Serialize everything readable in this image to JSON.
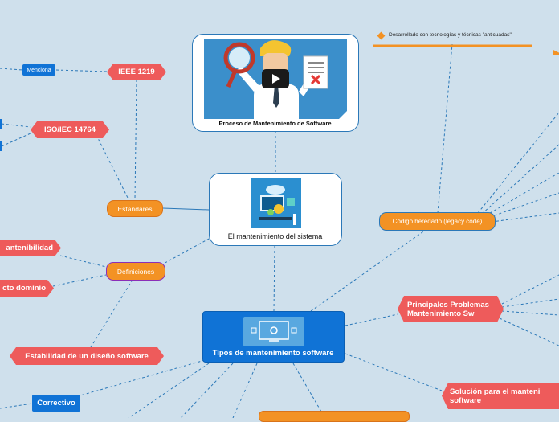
{
  "video_card": {
    "caption": "Proceso de Mantenimiento de Software"
  },
  "central": {
    "label": "El mantenimiento del sistema"
  },
  "tipos": {
    "label": "Tipos de mantenimiento software"
  },
  "nodes": {
    "menciona": "Menciona",
    "ieee": "IEEE 1219",
    "iso": "ISO/IEC 14764",
    "estandares": "Estándares",
    "definiciones": "Definiciones",
    "mantenibilidad": "antenibilidad",
    "dominio": "cto dominio",
    "estabilidad": "Estabilidad de un diseño software",
    "correctivo": "Correctivo",
    "legacy": "Código heredado (legacy code)",
    "problemas_line1": "Principales Problemas",
    "problemas_line2": "Mantenimiento Sw",
    "solucion_line1": "Solución para el manteni",
    "solucion_line2": "software",
    "note": "Desarrollado con tecnologías y técnicas \"anticuadas\"."
  },
  "colors": {
    "background": "#cfe0ec",
    "red": "#ee5b5b",
    "orange": "#f39224",
    "blue": "#1073d6",
    "link": "#2b78b8"
  }
}
